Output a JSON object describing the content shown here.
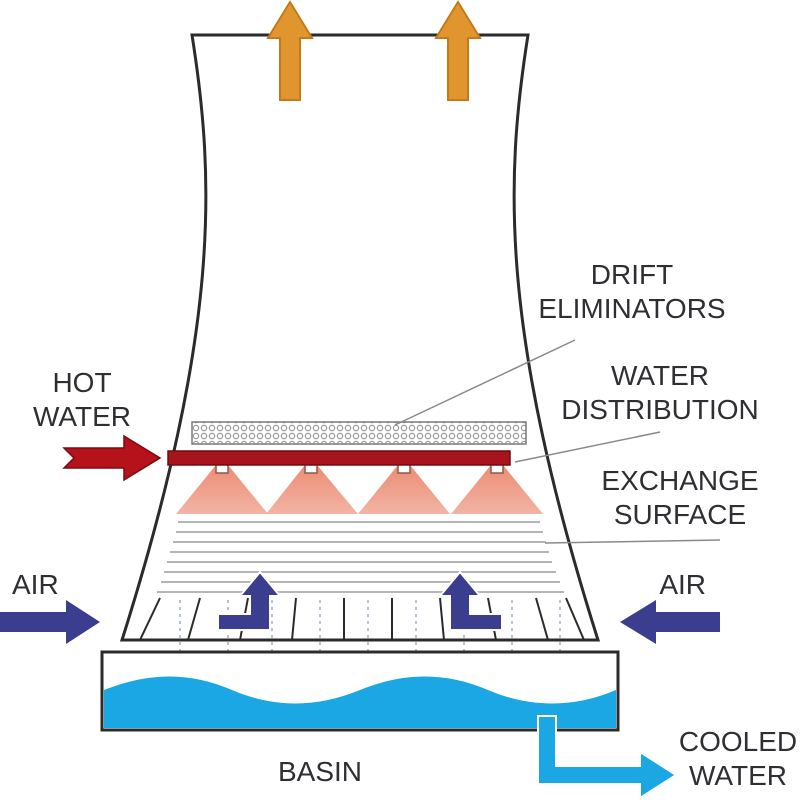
{
  "labels": {
    "drift_eliminators": [
      "DRIFT",
      "ELIMINATORS"
    ],
    "water_distribution": [
      "WATER",
      "DISTRIBUTION"
    ],
    "exchange_surface": [
      "EXCHANGE",
      "SURFACE"
    ],
    "hot_water": [
      "HOT",
      "WATER"
    ],
    "air_left": "AIR",
    "air_right": "AIR",
    "basin": "BASIN",
    "cooled_water": [
      "COOLED",
      "WATER"
    ]
  },
  "colors": {
    "steam_arrow": "#e0952e",
    "hot_water_arrow": "#b5121b",
    "spray": "#e8775a",
    "air_arrow": "#3b3d8f",
    "basin_water": "#1ba7e4",
    "outline": "#2b2b2b",
    "leader_line": "#8a8a8a"
  },
  "icons": [
    "steam-up-arrow",
    "hot-water-arrow",
    "air-arrow",
    "updraft-arrow",
    "cooled-water-arrow"
  ]
}
